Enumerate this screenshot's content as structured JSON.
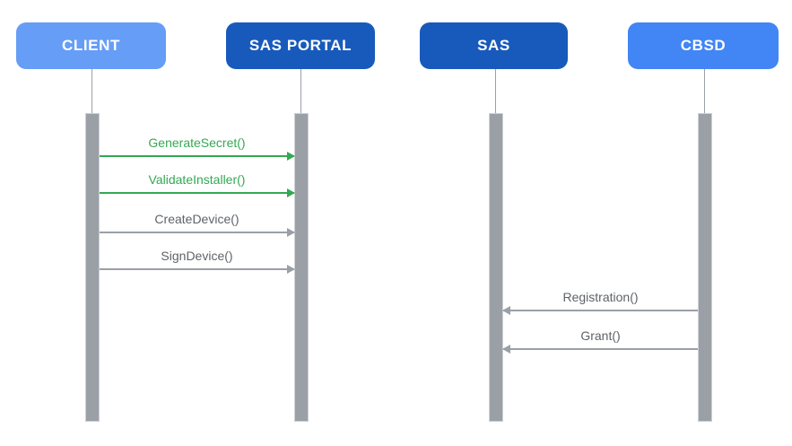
{
  "diagram": {
    "type": "sequence-diagram",
    "background": "#ffffff",
    "lifeline_color": "#9aa0a6",
    "activation_bar": {
      "fill": "#9aa0a6",
      "border": "#cdd1d5"
    },
    "actors": [
      {
        "id": "client",
        "label": "CLIENT",
        "color": "#669df6",
        "text_color": "#ffffff"
      },
      {
        "id": "sas-portal",
        "label": "SAS PORTAL",
        "color": "#185abc",
        "text_color": "#ffffff"
      },
      {
        "id": "sas",
        "label": "SAS",
        "color": "#185abc",
        "text_color": "#ffffff"
      },
      {
        "id": "cbsd",
        "label": "CBSD",
        "color": "#4285f4",
        "text_color": "#ffffff"
      }
    ],
    "messages": [
      {
        "label": "GenerateSecret()",
        "from": "CLIENT",
        "to": "SAS PORTAL",
        "direction": "right",
        "text_color": "#34a853",
        "line_color": "#34a853"
      },
      {
        "label": "ValidateInstaller()",
        "from": "CLIENT",
        "to": "SAS PORTAL",
        "direction": "right",
        "text_color": "#34a853",
        "line_color": "#34a853"
      },
      {
        "label": "CreateDevice()",
        "from": "CLIENT",
        "to": "SAS PORTAL",
        "direction": "right",
        "text_color": "#5f6368",
        "line_color": "#9aa0a6"
      },
      {
        "label": "SignDevice()",
        "from": "CLIENT",
        "to": "SAS PORTAL",
        "direction": "right",
        "text_color": "#5f6368",
        "line_color": "#9aa0a6"
      },
      {
        "label": "Registration()",
        "from": "CBSD",
        "to": "SAS",
        "direction": "left",
        "text_color": "#5f6368",
        "line_color": "#9aa0a6"
      },
      {
        "label": "Grant()",
        "from": "CBSD",
        "to": "SAS",
        "direction": "left",
        "text_color": "#5f6368",
        "line_color": "#9aa0a6"
      }
    ]
  }
}
